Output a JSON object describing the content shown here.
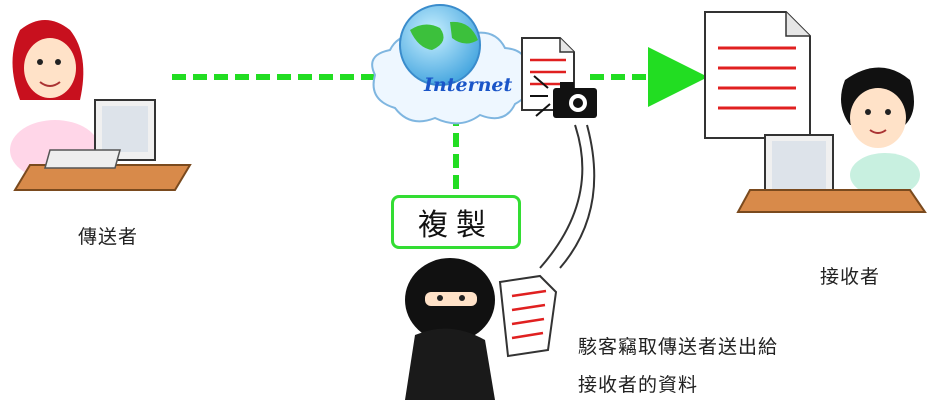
{
  "labels": {
    "internet": "Internet",
    "copy": "複製",
    "sender": "傳送者",
    "receiver": "接收者",
    "hacker_line1": "駭客竊取傳送者送出給",
    "hacker_line2": "接收者的資料"
  },
  "icons": [
    "sender-person-icon",
    "globe-icon",
    "cloud-icon",
    "document-icon",
    "camera-icon",
    "receiver-person-icon",
    "hacker-icon"
  ],
  "colors": {
    "link": "#22dd22",
    "doc_lines": "#e02020",
    "internet_text": "#1a55c8",
    "copy_border": "#33dd33"
  }
}
